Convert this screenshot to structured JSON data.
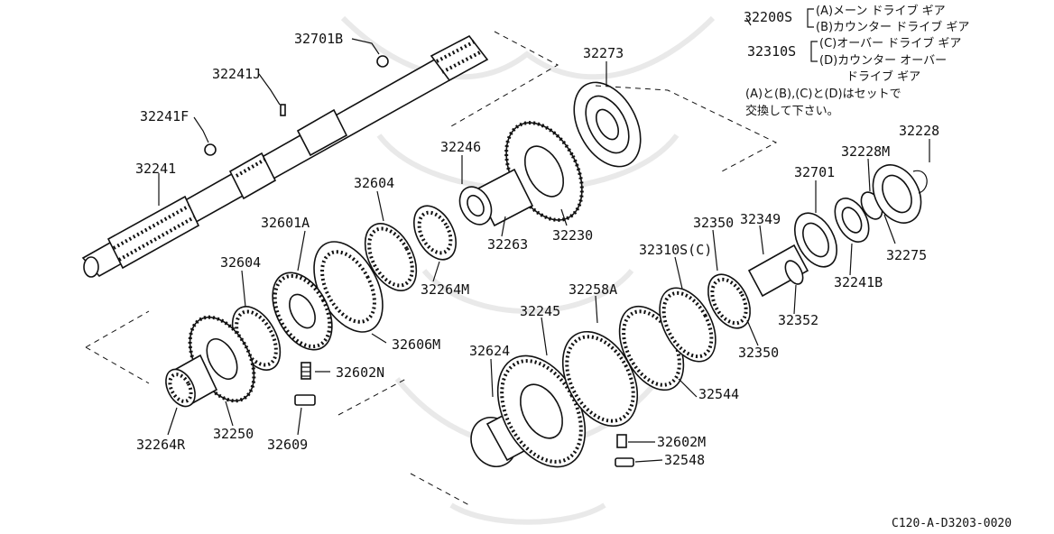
{
  "diagram": {
    "parts": {
      "p32701B": "32701B",
      "p32241J": "32241J",
      "p32241F": "32241F",
      "p32241": "32241",
      "p32273": "32273",
      "p32246": "32246",
      "p32604_top": "32604",
      "p32601A": "32601A",
      "p32604_left": "32604",
      "p32263": "32263",
      "p32230": "32230",
      "p32264M": "32264M",
      "p32606M": "32606M",
      "p32602N": "32602N",
      "p32250": "32250",
      "p32264R": "32264R",
      "p32609": "32609",
      "p32228": "32228",
      "p32228M": "32228M",
      "p32701": "32701",
      "p32350_top": "32350",
      "p32349": "32349",
      "p32310S_C": "32310S(C)",
      "p32258A": "32258A",
      "p32245": "32245",
      "p32624": "32624",
      "p32275": "32275",
      "p32241B": "32241B",
      "p32352": "32352",
      "p32350_bot": "32350",
      "p32544": "32544",
      "p32602M": "32602M",
      "p32548": "32548"
    },
    "legend": {
      "set_a_code": "32200S",
      "set_a_line1": "(A)メーン ドライブ ギア",
      "set_a_line2": "(B)カウンター ドライブ ギア",
      "set_b_code": "32310S",
      "set_b_line1": "(C)オーバー ドライブ ギア",
      "set_b_line2": "(D)カウンター オーバー",
      "set_b_line3": "ドライブ ギア",
      "note_line1": "(A)と(B),(C)と(D)はセットで",
      "note_line2": "交換して下さい。"
    },
    "drawing_code": "C120-A-D3203-0020"
  }
}
